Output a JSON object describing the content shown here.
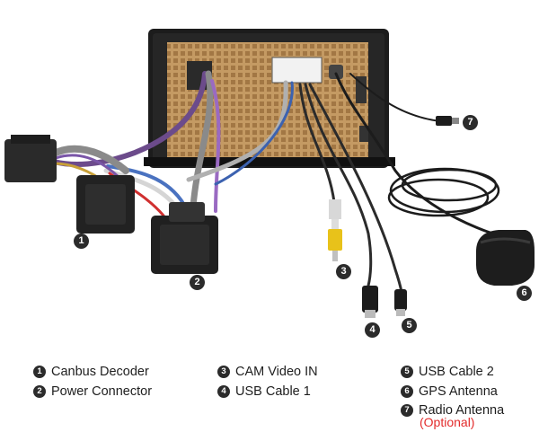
{
  "legend": [
    {
      "num": "1",
      "label": "Canbus Decoder"
    },
    {
      "num": "2",
      "label": "Power Connector"
    },
    {
      "num": "3",
      "label": "CAM Video IN"
    },
    {
      "num": "4",
      "label": "USB Cable 1"
    },
    {
      "num": "5",
      "label": "USB Cable 2"
    },
    {
      "num": "6",
      "label": "GPS Antenna"
    },
    {
      "num": "7",
      "label": "Radio Antenna"
    }
  ],
  "optional_note": "(Optional)",
  "colors": {
    "head_unit_frame": "#1c1c1c",
    "back_panel": "#c9a26b",
    "rca_plug": "#e8c21a",
    "optional_text": "#e32b2b"
  }
}
